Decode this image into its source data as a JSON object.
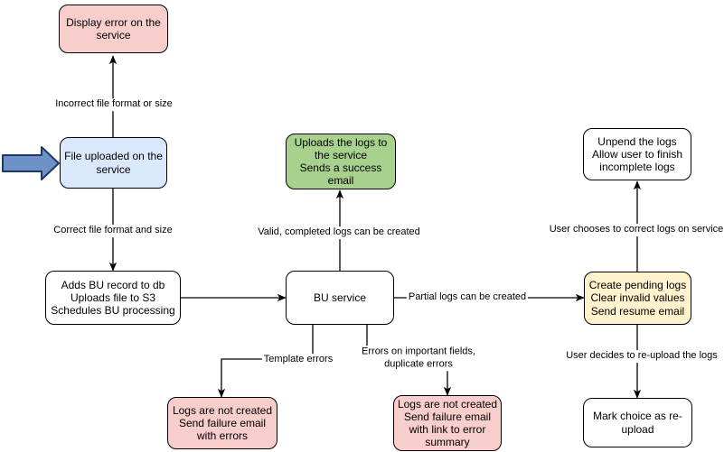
{
  "diagram": {
    "nodes": {
      "display_error": "Display error on the\nservice",
      "file_uploaded": "File uploaded on the\nservice",
      "adds_bu_record": "Adds BU record to db\nUploads file to S3\nSchedules BU processing",
      "bu_service": "BU service",
      "uploads_logs": "Uploads the logs to\nthe service\nSends a success\nemail",
      "logs_not_created_errors": "Logs are not created\nSend failure email\nwith errors",
      "logs_not_created_summary": "Logs are not created\nSend failure email\nwith link to error\nsummary",
      "unpend_logs": "Unpend the logs\nAllow user to finish\nincomplete logs",
      "create_pending_logs": "Create pending logs\nClear invalid values\nSend resume email",
      "mark_reupload": "Mark choice as re-\nupload"
    },
    "edge_labels": {
      "incorrect_file": "Incorrect file format or size",
      "correct_file": "Correct file format and size",
      "valid_completed": "Valid, completed logs can be created",
      "partial_logs": "Partial logs can be created",
      "template_errors": "Template errors",
      "important_fields": "Errors on important fields,\nduplicate errors",
      "user_corrects": "User chooses to correct logs on service",
      "user_reuploads": "User decides to re-upload the logs"
    },
    "colors": {
      "stroke": "#000000",
      "node_fill": "#ffffff",
      "error_fill": "#f8cecc",
      "input_fill": "#dae8fc",
      "success_fill": "#a9d18e",
      "pending_fill": "#fff2cc",
      "pointer_fill": "#6e91c8",
      "pointer_stroke": "#1f3864"
    }
  }
}
